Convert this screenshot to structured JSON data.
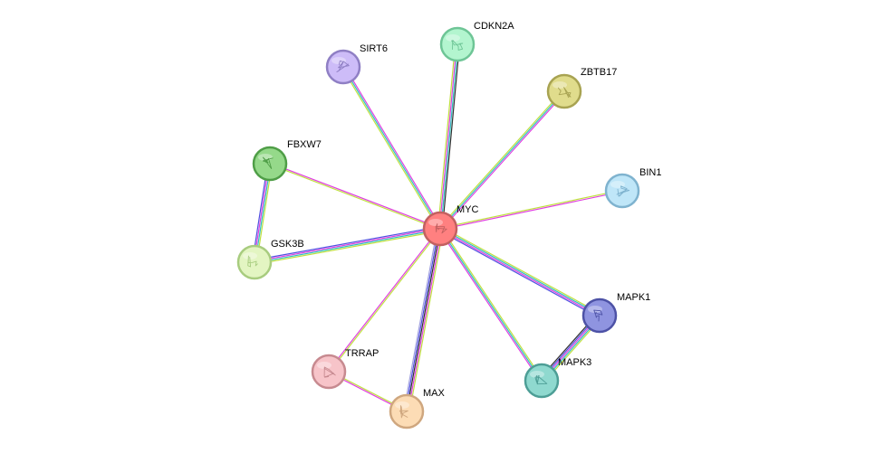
{
  "network": {
    "center": "MYC",
    "nodes": [
      {
        "id": "MYC",
        "label": "MYC",
        "color": "#ff8080",
        "border": "#c26060",
        "icon": "protein-structure-icon"
      },
      {
        "id": "CDKN2A",
        "label": "CDKN2A",
        "color": "#b3f5cf",
        "border": "#6ec596",
        "icon": "protein-structure-icon"
      },
      {
        "id": "SIRT6",
        "label": "SIRT6",
        "color": "#cdbcf8",
        "border": "#8f7fc4",
        "icon": "protein-structure-icon"
      },
      {
        "id": "ZBTB17",
        "label": "ZBTB17",
        "color": "#e0dc8c",
        "border": "#a8a352",
        "icon": "protein-structure-icon"
      },
      {
        "id": "BIN1",
        "label": "BIN1",
        "color": "#bfe6f8",
        "border": "#7fb3cf",
        "icon": "protein-structure-icon"
      },
      {
        "id": "FBXW7",
        "label": "FBXW7",
        "color": "#95d98a",
        "border": "#4f9e47",
        "icon": "protein-structure-icon"
      },
      {
        "id": "GSK3B",
        "label": "GSK3B",
        "color": "#e3f5c2",
        "border": "#a8cc7f",
        "icon": "protein-structure-icon"
      },
      {
        "id": "MAPK1",
        "label": "MAPK1",
        "color": "#8f94e0",
        "border": "#4d52a6",
        "icon": "protein-structure-icon"
      },
      {
        "id": "MAPK3",
        "label": "MAPK3",
        "color": "#8fd9cf",
        "border": "#4d9e96",
        "icon": "protein-structure-icon"
      },
      {
        "id": "TRRAP",
        "label": "TRRAP",
        "color": "#f7c4c9",
        "border": "#c78a90",
        "icon": "protein-structure-icon"
      },
      {
        "id": "MAX",
        "label": "MAX",
        "color": "#fcdcb5",
        "border": "#cfa77f",
        "icon": "protein-structure-icon"
      }
    ],
    "edges": [
      {
        "a": "MYC",
        "b": "CDKN2A",
        "colors": [
          "#c0e040",
          "#e040e0",
          "#30c0c0",
          "#303030"
        ]
      },
      {
        "a": "MYC",
        "b": "SIRT6",
        "colors": [
          "#c0e040",
          "#30c0c0",
          "#e040e0"
        ]
      },
      {
        "a": "MYC",
        "b": "ZBTB17",
        "colors": [
          "#c0e040",
          "#30c0c0",
          "#e040e0"
        ]
      },
      {
        "a": "MYC",
        "b": "BIN1",
        "colors": [
          "#c0e040",
          "#e040e0"
        ]
      },
      {
        "a": "MYC",
        "b": "FBXW7",
        "colors": [
          "#c0e040",
          "#e040e0"
        ]
      },
      {
        "a": "MYC",
        "b": "GSK3B",
        "colors": [
          "#c0e040",
          "#30c0c0",
          "#e040e0",
          "#5050e0"
        ]
      },
      {
        "a": "MYC",
        "b": "MAPK1",
        "colors": [
          "#c0e040",
          "#30c0c0",
          "#e040e0",
          "#5050e0"
        ]
      },
      {
        "a": "MYC",
        "b": "MAPK3",
        "colors": [
          "#c0e040",
          "#30c0c0",
          "#e040e0"
        ]
      },
      {
        "a": "MYC",
        "b": "TRRAP",
        "colors": [
          "#c0e040",
          "#e040e0"
        ]
      },
      {
        "a": "MYC",
        "b": "MAX",
        "colors": [
          "#c0e040",
          "#e040e0",
          "#303030",
          "#5050e0",
          "#a0a0e0"
        ]
      },
      {
        "a": "FBXW7",
        "b": "GSK3B",
        "colors": [
          "#c0e040",
          "#30c0c0",
          "#e040e0",
          "#5050e0"
        ]
      },
      {
        "a": "MAPK1",
        "b": "MAPK3",
        "colors": [
          "#c0e040",
          "#30c0c0",
          "#e040e0",
          "#5050e0",
          "#303030"
        ]
      },
      {
        "a": "TRRAP",
        "b": "MAX",
        "colors": [
          "#c0e040",
          "#e040e0"
        ]
      }
    ]
  }
}
